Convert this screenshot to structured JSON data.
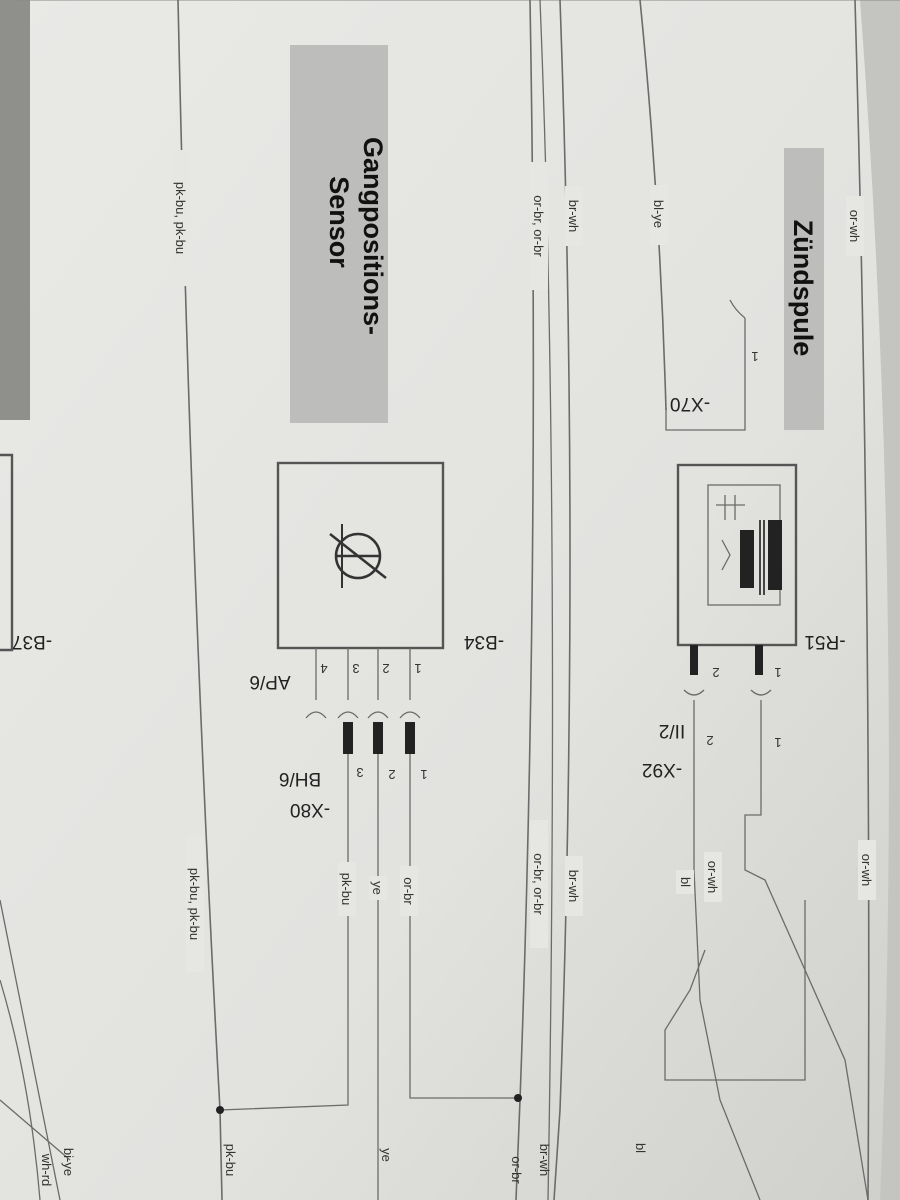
{
  "titles": {
    "zuendspule": "Zündspule",
    "gang_line1": "Gangpositions-",
    "gang_line2": "Sensor"
  },
  "components": {
    "r51": "-R51",
    "x70": "-X70",
    "x92": "-X92",
    "x92_pin": "II/2",
    "b34": "-B34",
    "b34_pin": "AP/6",
    "x80": "-X80",
    "x80_pin": "BH/6",
    "b37": "-B37"
  },
  "wires": {
    "or_wh": "or-wh",
    "bl_ye": "bl-ye",
    "br_wh": "br-wh",
    "or_br_pair": "or-br, or-br",
    "pk_bu_pair": "pk-bu, pk-bu",
    "or_br": "or-br",
    "ye": "ye",
    "pk_bu": "pk-bu",
    "bl": "bl",
    "bi_ye": "bi-ye",
    "wh_rd": "wh-rd",
    "or_br_short": "or-br",
    "br_wh_short": "br-wh"
  },
  "pins": {
    "p1": "1",
    "p2": "2",
    "p3": "3",
    "p4": "4"
  }
}
